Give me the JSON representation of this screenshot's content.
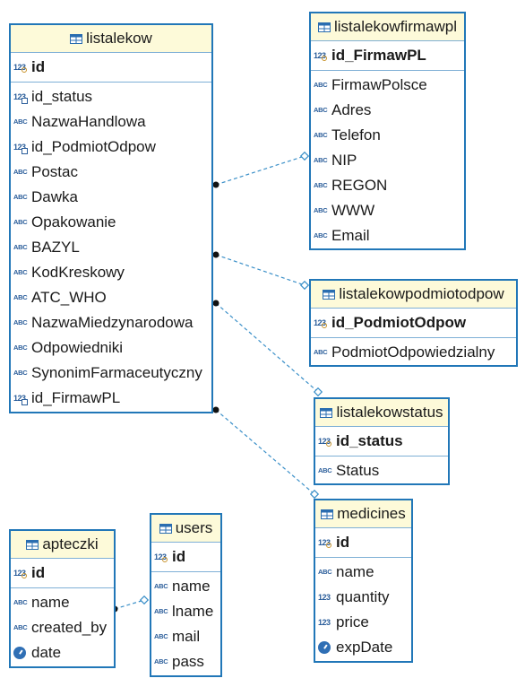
{
  "tables": {
    "listalekow": {
      "name": "listalekow",
      "pk": [
        {
          "label": "id",
          "kind": "num-key"
        }
      ],
      "cols": [
        {
          "label": "id_status",
          "kind": "num-fk"
        },
        {
          "label": "NazwaHandlowa",
          "kind": "abc"
        },
        {
          "label": "id_PodmiotOdpow",
          "kind": "num-fk"
        },
        {
          "label": "Postac",
          "kind": "abc"
        },
        {
          "label": "Dawka",
          "kind": "abc"
        },
        {
          "label": "Opakowanie",
          "kind": "abc"
        },
        {
          "label": "BAZYL",
          "kind": "abc"
        },
        {
          "label": "KodKreskowy",
          "kind": "abc"
        },
        {
          "label": "ATC_WHO",
          "kind": "abc"
        },
        {
          "label": "NazwaMiedzynarodowa",
          "kind": "abc"
        },
        {
          "label": "Odpowiedniki",
          "kind": "abc"
        },
        {
          "label": "SynonimFarmaceutyczny",
          "kind": "abc"
        },
        {
          "label": "id_FirmawPL",
          "kind": "num-fk"
        }
      ]
    },
    "listalekowfirmawpl": {
      "name": "listalekowfirmawpl",
      "pk": [
        {
          "label": "id_FirmawPL",
          "kind": "num-key"
        }
      ],
      "cols": [
        {
          "label": "FirmawPolsce",
          "kind": "abc"
        },
        {
          "label": "Adres",
          "kind": "abc"
        },
        {
          "label": "Telefon",
          "kind": "abc"
        },
        {
          "label": "NIP",
          "kind": "abc"
        },
        {
          "label": "REGON",
          "kind": "abc"
        },
        {
          "label": "WWW",
          "kind": "abc"
        },
        {
          "label": "Email",
          "kind": "abc"
        }
      ]
    },
    "listalekowpodmiotodpow": {
      "name": "listalekowpodmiotodpow",
      "pk": [
        {
          "label": "id_PodmiotOdpow",
          "kind": "num-key"
        }
      ],
      "cols": [
        {
          "label": "PodmiotOdpowiedzialny",
          "kind": "abc"
        }
      ]
    },
    "listalekowstatus": {
      "name": "listalekowstatus",
      "pk": [
        {
          "label": "id_status",
          "kind": "num-key"
        }
      ],
      "cols": [
        {
          "label": "Status",
          "kind": "abc"
        }
      ]
    },
    "medicines": {
      "name": "medicines",
      "pk": [
        {
          "label": "id",
          "kind": "num-key"
        }
      ],
      "cols": [
        {
          "label": "name",
          "kind": "abc"
        },
        {
          "label": "quantity",
          "kind": "num"
        },
        {
          "label": "price",
          "kind": "num"
        },
        {
          "label": "expDate",
          "kind": "date"
        }
      ]
    },
    "apteczki": {
      "name": "apteczki",
      "pk": [
        {
          "label": "id",
          "kind": "num-key"
        }
      ],
      "cols": [
        {
          "label": "name",
          "kind": "abc"
        },
        {
          "label": "created_by",
          "kind": "abc"
        },
        {
          "label": "date",
          "kind": "date"
        }
      ]
    },
    "users": {
      "name": "users",
      "pk": [
        {
          "label": "id",
          "kind": "num-key"
        }
      ],
      "cols": [
        {
          "label": "name",
          "kind": "abc"
        },
        {
          "label": "lname",
          "kind": "abc"
        },
        {
          "label": "mail",
          "kind": "abc"
        },
        {
          "label": "pass",
          "kind": "abc"
        }
      ]
    }
  },
  "colors": {
    "border": "#2177b8",
    "header": "#fdfad9",
    "link": "#3a8fc8"
  }
}
